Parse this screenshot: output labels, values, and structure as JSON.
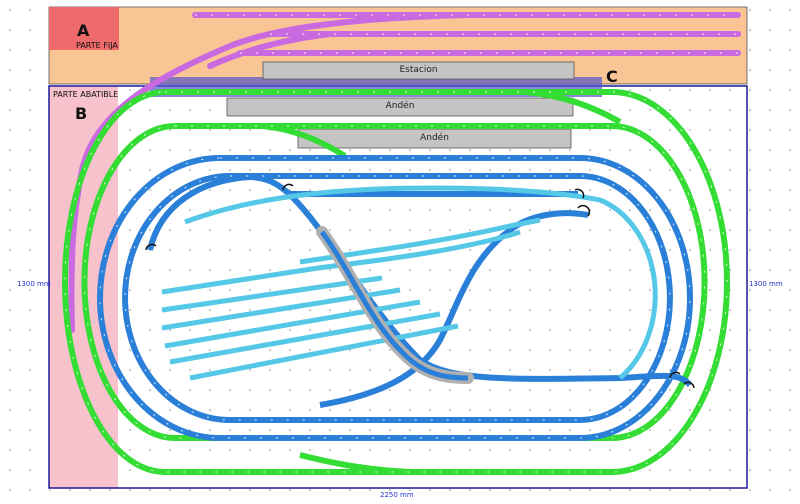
{
  "regions": {
    "a": {
      "letter": "A",
      "caption": "PARTE FIJA",
      "color": "#f9c594",
      "badge_color": "#ef6b6b"
    },
    "b": {
      "letter": "B",
      "caption": "PARTE ABATIBLE",
      "color": "#f7c2cc"
    },
    "c": {
      "letter": "C"
    }
  },
  "platforms": {
    "station": "Estacion",
    "platform1": "Andén",
    "platform2": "Andén"
  },
  "dimensions": {
    "height_left": "1300 mm",
    "height_right": "1300 mm",
    "width_bottom": "2250 mm"
  },
  "colors": {
    "green": "#33dd33",
    "blue": "#2a7fd8",
    "light_blue": "#55c8e8",
    "purple": "#c96ae0",
    "grey": "#b8b8b8",
    "frame": "#1a1a99"
  }
}
